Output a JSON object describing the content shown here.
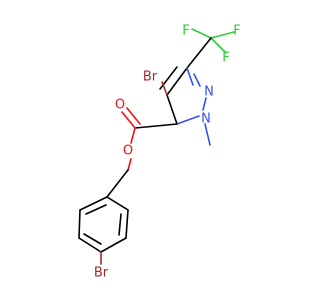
{
  "molecule": {
    "atoms": {
      "br_top": "Br",
      "f1": "F",
      "f2": "F",
      "f3": "F",
      "n_ring": "N",
      "n_methyl": "N",
      "o_carbonyl": "O",
      "o_ester": "O",
      "br_bottom": "Br"
    },
    "colors": {
      "carbon": "#000000",
      "bromine": "#a52a2a",
      "nitrogen": "#3050f8",
      "oxygen": "#ff0d0d",
      "fluorine": "#33cc33"
    }
  }
}
